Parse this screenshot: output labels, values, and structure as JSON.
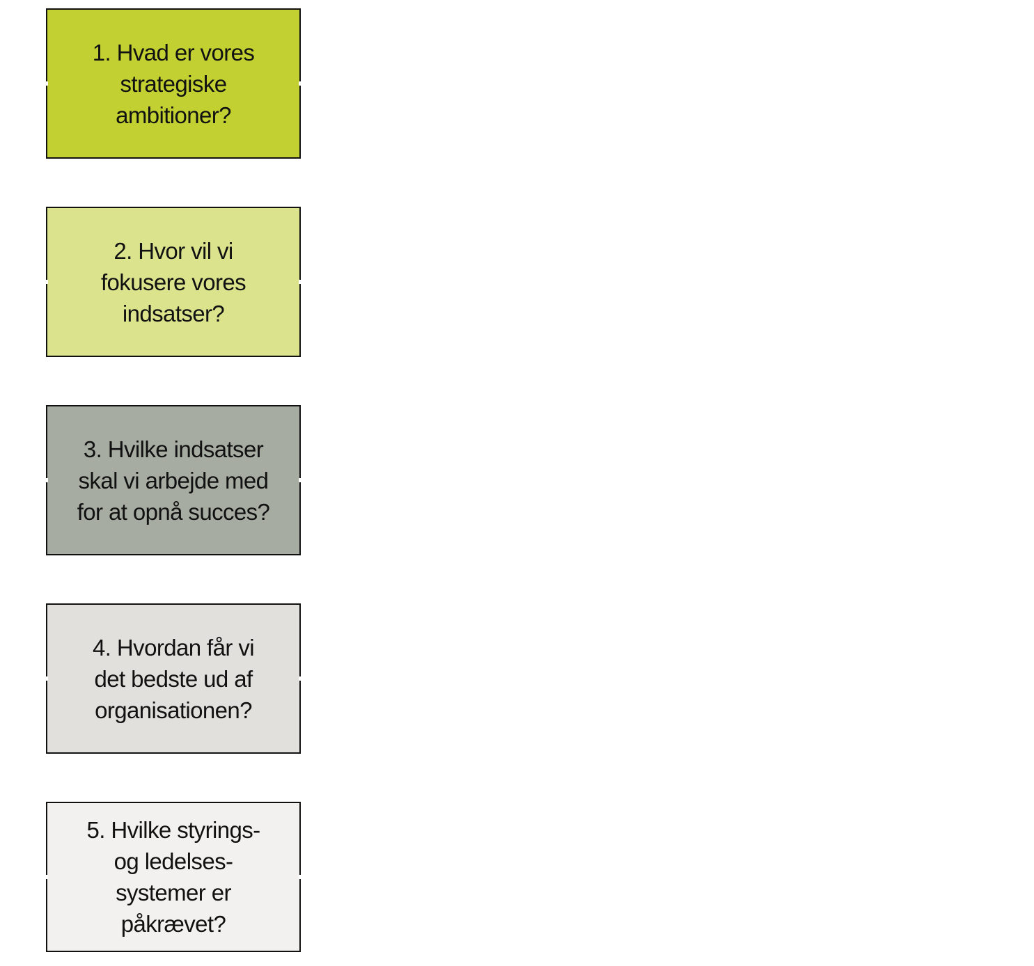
{
  "steps": [
    {
      "label": "1. Hvad er vores\nstrategiske\nambitioner?",
      "color": "#c2d032"
    },
    {
      "label": "2. Hvor vil vi\nfokusere vores\nindsatser?",
      "color": "#dbe38d"
    },
    {
      "label": "3. Hvilke indsatser\nskal vi arbejde med\nfor at opnå succes?",
      "color": "#a6aca2"
    },
    {
      "label": "4. Hvordan får vi\ndet bedste ud af\norganisationen?",
      "color": "#e2e0dc"
    },
    {
      "label": "5. Hvilke styrings-\nog ledelses-\nsystemer er\npåkrævet?",
      "color": "#f2f1ef"
    }
  ]
}
